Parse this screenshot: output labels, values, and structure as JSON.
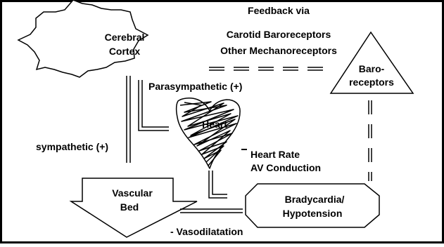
{
  "diagram": {
    "nodes": {
      "cerebral_cortex": {
        "lines": [
          "Cerebral",
          "Cortex"
        ],
        "shape": "starburst"
      },
      "heart": {
        "label": "Heart",
        "shape": "scribbled heart"
      },
      "baroreceptors": {
        "lines": [
          "Baro-",
          "receptors"
        ],
        "shape": "triangle"
      },
      "vascular_bed": {
        "lines": [
          "Vascular",
          "Bed"
        ],
        "shape": "down arrow"
      },
      "bradycardia": {
        "lines": [
          "Bradycardia/",
          "Hypotension"
        ],
        "shape": "octagon"
      }
    },
    "labels": {
      "feedback": [
        "Feedback via",
        "Carotid Baroreceptors",
        "Other Mechanoreceptors"
      ],
      "parasympathetic": "Parasympathetic (+)",
      "sympathetic": "sympathetic (+)",
      "heart_effects": [
        "Heart Rate",
        "AV Conduction"
      ],
      "vasodilatation": "- Vasodilatation"
    },
    "colors": {
      "stroke": "#000000",
      "background": "#ffffff"
    }
  }
}
